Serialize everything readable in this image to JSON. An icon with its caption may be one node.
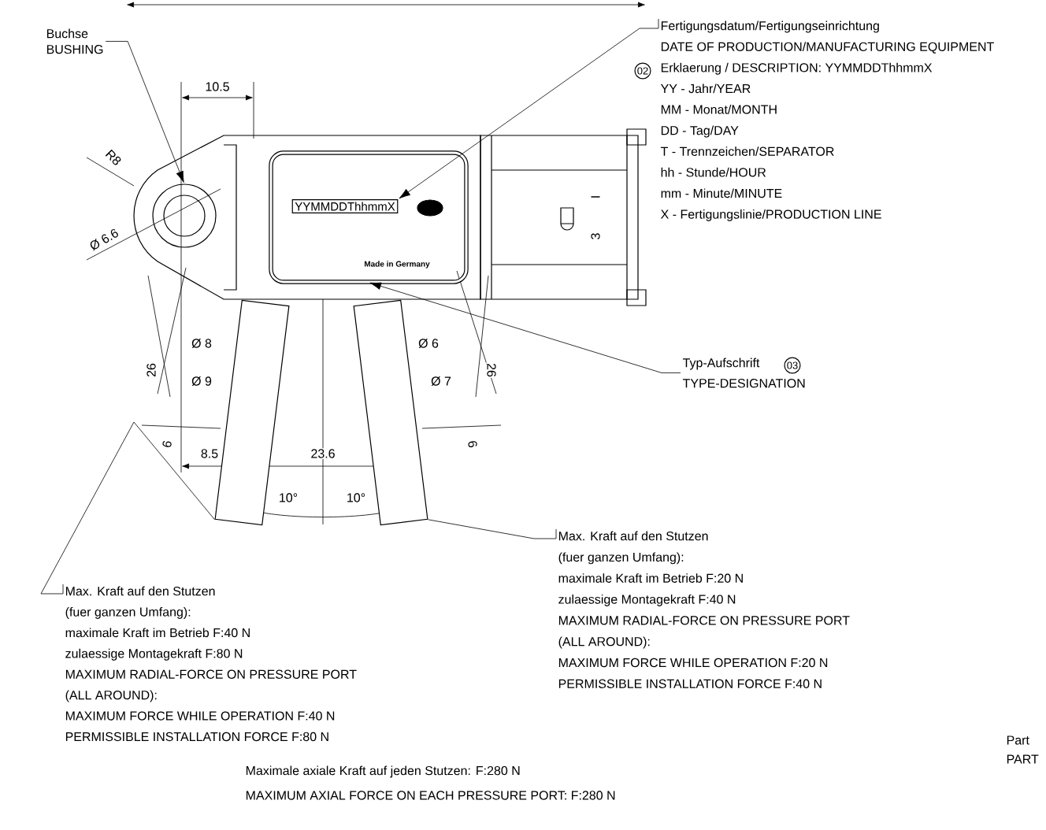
{
  "diagram": {
    "nodes": [
      {
        "text": [
          "Buchse",
          "BUSHING"
        ]
      },
      {
        "text": [],
        "shape": "circle"
      },
      {
        "text": [],
        "shape": "box"
      },
      {
        "text": [
          "YYMMDDThhmmX"
        ],
        "in": 2
      },
      {
        "text": [
          "Fertigungsdatum/Fertigungseinrichtung",
          "DATE OF PRODUCTION/MANUFACTURING EQUIPMENT",
          "Erklaerung / DESCRIPTION: YYMMDDThhmmX",
          "YY - Jahr/YEAR",
          "MM - Monat/MONTH",
          "DD - Tag/DAY",
          "T - Trennzeichen/SEPARATOR",
          "hh - Stunde/HOUR",
          "mm - Minute/MINUTE",
          "X - Fertigungslinie/PRODUCTION LINE"
        ],
        "beside": [
          "02"
        ]
      },
      {
        "text": [
          "Typ-Aufschrift",
          "TYPE-DESIGNATION"
        ],
        "beside": [
          "03"
        ]
      },
      {
        "text": [],
        "shape": "box"
      },
      {
        "text": [],
        "shape": "box"
      },
      {
        "text": [
          "Max. Kraft auf den Stutzen",
          "(fuer ganzen Umfang):",
          "maximale Kraft im Betrieb F:40 N",
          "zulaessige Montagekraft F:80 N",
          "MAXIMUM RADIAL-FORCE ON PRESSURE PORT",
          "(ALL AROUND):",
          "MAXIMUM FORCE WHILE OPERATION F:40 N",
          "PERMISSIBLE INSTALLATION FORCE F:80 N"
        ]
      },
      {
        "text": [
          "Max. Kraft auf den Stutzen",
          "(fuer ganzen Umfang):",
          "maximale Kraft im Betrieb F:20 N",
          "zulaessige Montagekraft F:40 N",
          "MAXIMUM RADIAL-FORCE ON PRESSURE PORT",
          "(ALL AROUND):",
          "MAXIMUM FORCE WHILE OPERATION F:20 N",
          "PERMISSIBLE INSTALLATION FORCE F:40 N"
        ]
      }
    ],
    "edges": [
      {
        "from": 0,
        "to": 1,
        "arrow": "to"
      },
      {
        "from": 4,
        "to": 3,
        "arrow": "to"
      },
      {
        "from": 5,
        "to": 2,
        "arrow": "to"
      },
      {
        "from": 8,
        "to": 6,
        "arrow": "none"
      },
      {
        "from": 9,
        "to": 7,
        "arrow": "none"
      }
    ],
    "labels": [
      "10.5",
      "R8",
      "Ø 6.6",
      "Made in Germany",
      "I",
      "3",
      "Ø 8",
      "Ø 9",
      "26",
      "Ø 6",
      "Ø 7",
      "26",
      "6",
      "6",
      "10°",
      "10°",
      "8.5",
      "23.6",
      "Part",
      "PART",
      "Maximale axiale Kraft auf jeden Stutzen: F:280 N",
      "MAXIMUM AXIAL FORCE ON EACH PRESSURE PORT: F:280 N"
    ]
  }
}
